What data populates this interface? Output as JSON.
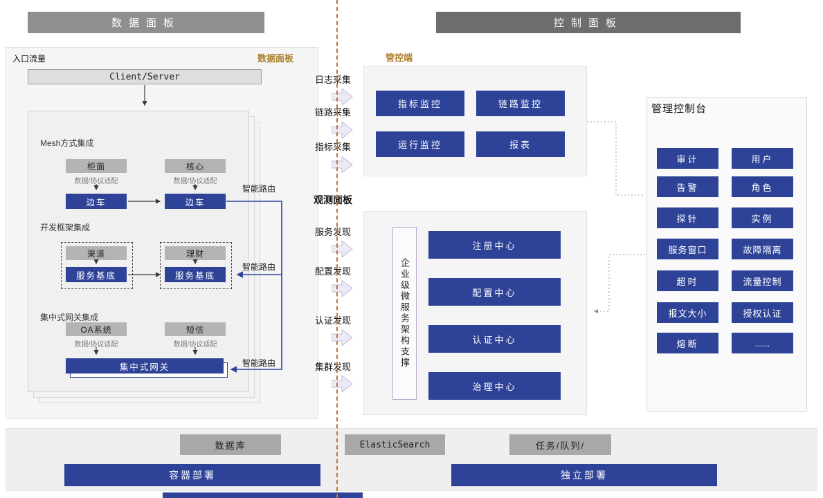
{
  "header": {
    "data_panel": "数据面板",
    "control_panel": "控制面板"
  },
  "data_panel": {
    "entry_label": "入口流量",
    "panel_tag": "数据面板",
    "client_server": "Client/Server",
    "mesh": {
      "title": "Mesh方式集成",
      "box1": "柜面",
      "box2": "核心",
      "adapter": "数据/协议适配",
      "sidecar": "边车",
      "route": "智能路由"
    },
    "framework": {
      "title": "开发框架集成",
      "box1": "渠道",
      "box2": "理财",
      "base": "服务基底",
      "route": "智能路由"
    },
    "gateway": {
      "title": "集中式网关集成",
      "box1": "OA系统",
      "box2": "短信",
      "adapter": "数据/协议适配",
      "gateway": "集中式网关",
      "route": "智能路由"
    }
  },
  "flow": {
    "labels": [
      "日志采集",
      "链路采集",
      "指标采集",
      "服务发现",
      "配置发现",
      "认证发现",
      "集群发现"
    ],
    "observe": "观测面板"
  },
  "monitor": {
    "tag": "管控端",
    "buttons": [
      "指标监控",
      "链路监控",
      "运行监控",
      "报表"
    ]
  },
  "microservice": {
    "support": "企业级微服务架构支撑",
    "centers": [
      "注册中心",
      "配置中心",
      "认证中心",
      "治理中心"
    ]
  },
  "console": {
    "title": "管理控制台",
    "items": [
      "审计",
      "用户",
      "告警",
      "角色",
      "探针",
      "实例",
      "服务窗口",
      "故障隔离",
      "超时",
      "流量控制",
      "报文大小",
      "授权认证",
      "熔断",
      "......"
    ]
  },
  "infra": {
    "boxes": [
      "数据库",
      "ElasticSearch",
      "任务/队列/"
    ],
    "deploy": [
      "容器部署",
      "独立部署"
    ]
  },
  "colors": {
    "blue": "#2e4398",
    "gold": "#a5812f",
    "divider": "#c4713d"
  }
}
